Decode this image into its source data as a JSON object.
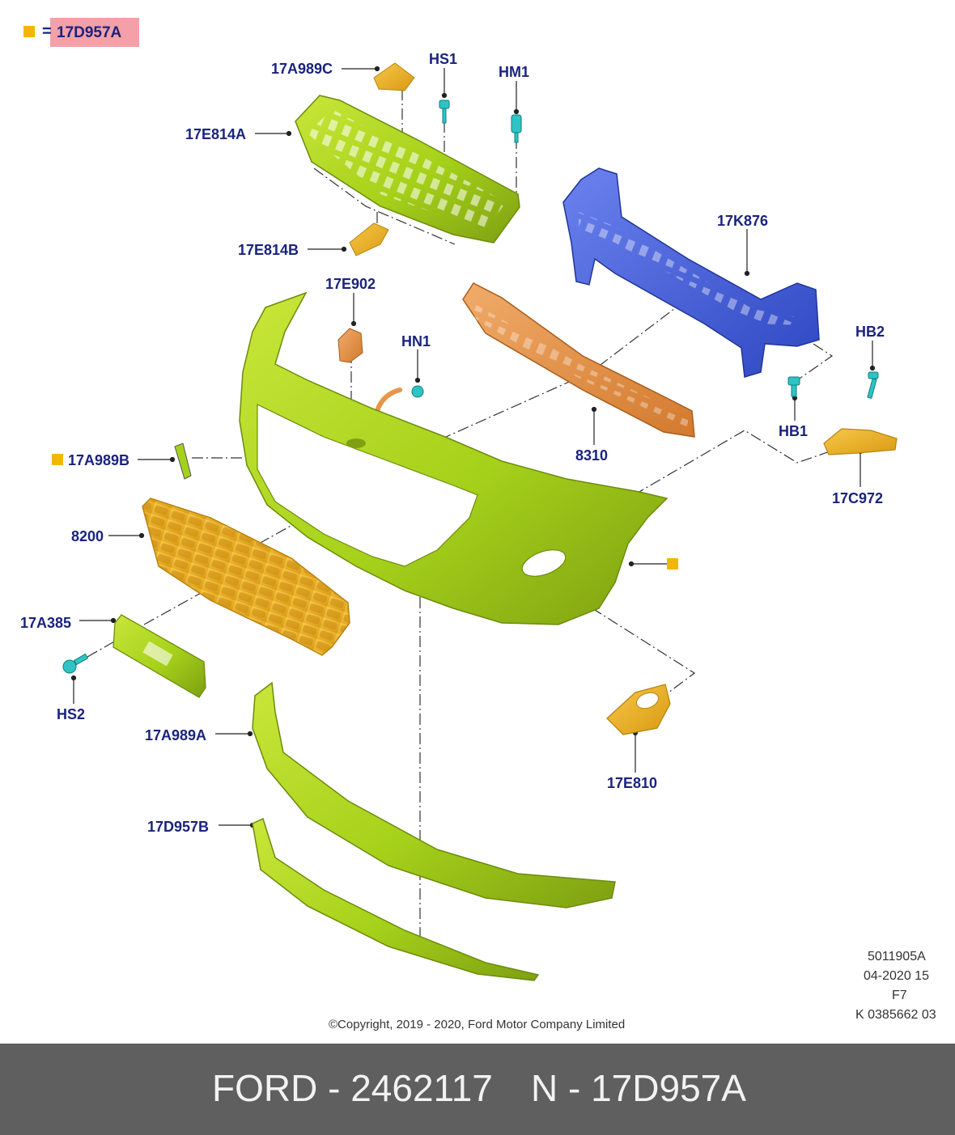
{
  "legend": {
    "equals": "=",
    "code": "17D957A",
    "marker_color": "#f2b705"
  },
  "labels": {
    "p17A989C": "17A989C",
    "pHS1": "HS1",
    "pHM1": "HM1",
    "p17E814A": "17E814A",
    "p17E814B": "17E814B",
    "p17K876": "17K876",
    "p17E902": "17E902",
    "pHN1": "HN1",
    "pHB2": "HB2",
    "pHB1": "HB1",
    "p8310": "8310",
    "p17C972": "17C972",
    "p17A989B": "17A989B",
    "p8200": "8200",
    "p17A385": "17A385",
    "pHS2": "HS2",
    "p17A989A": "17A989A",
    "p17E810": "17E810",
    "p17D957B": "17D957B"
  },
  "meta": {
    "line1": "5011905A",
    "line2": "04-2020 15",
    "line3": "F7",
    "line4": "K 0385662 03",
    "copyright": "©Copyright, 2019 - 2020, Ford Motor Company Limited"
  },
  "footer": {
    "brand_part": "FORD - 2462117",
    "n_part": "N - 17D957A"
  },
  "colors": {
    "label": "#1a237e",
    "bumper": "#a6d11a",
    "grille": "#f0b625",
    "beam": "#4a63d8",
    "absorber": "#e8954a",
    "fastener": "#2ec4c4",
    "footer_bg": "#5f5f5f"
  }
}
